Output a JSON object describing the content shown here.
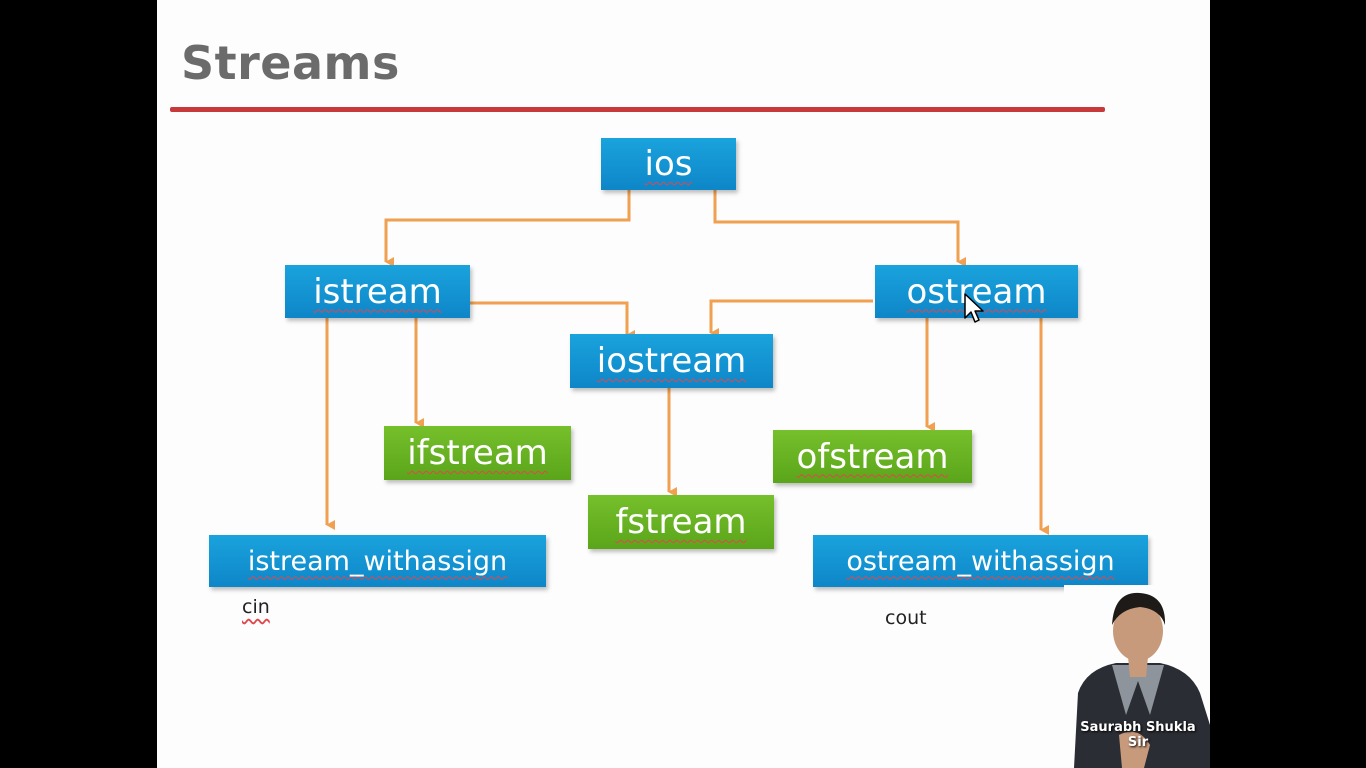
{
  "slide": {
    "title": "Streams"
  },
  "nodes": {
    "ios": "ios",
    "istream": "istream",
    "ostream": "ostream",
    "iostream": "iostream",
    "ifstream": "ifstream",
    "ofstream": "ofstream",
    "fstream": "fstream",
    "istream_withassign": "istream_withassign",
    "ostream_withassign": "ostream_withassign"
  },
  "labels": {
    "cin": "cin",
    "cout": "cout"
  },
  "presenter": {
    "name": "Saurabh Shukla Sir"
  },
  "colors": {
    "blue_box": "#0e86c8",
    "green_box": "#5aa51a",
    "arrow": "#f0a050",
    "title_rule": "#c8393b",
    "title_text": "#6b6b6b"
  }
}
